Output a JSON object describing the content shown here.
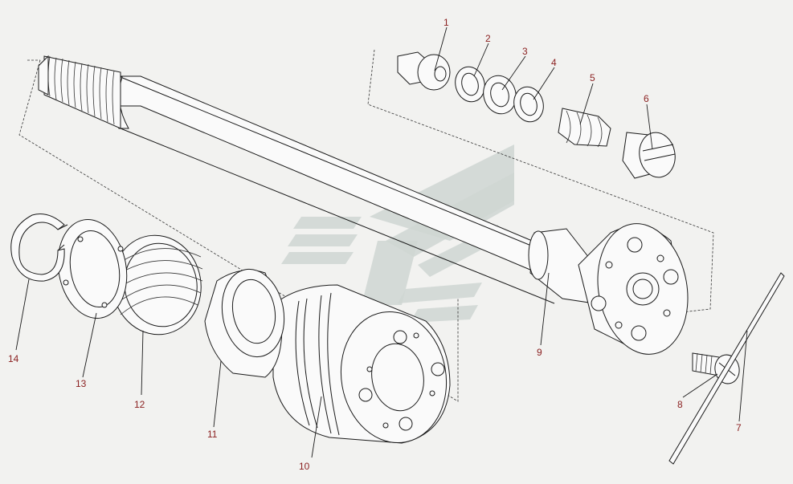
{
  "diagram": {
    "callouts": [
      {
        "id": "1",
        "text": "1"
      },
      {
        "id": "2",
        "text": "2"
      },
      {
        "id": "3",
        "text": "3"
      },
      {
        "id": "4",
        "text": "4"
      },
      {
        "id": "5",
        "text": "5"
      },
      {
        "id": "6",
        "text": "6"
      },
      {
        "id": "7",
        "text": "7"
      },
      {
        "id": "8",
        "text": "8"
      },
      {
        "id": "9",
        "text": "9"
      },
      {
        "id": "10",
        "text": "10"
      },
      {
        "id": "11",
        "text": "11"
      },
      {
        "id": "12",
        "text": "12"
      },
      {
        "id": "13",
        "text": "13"
      },
      {
        "id": "14",
        "text": "14"
      }
    ],
    "colors": {
      "label": "#8a1f1f",
      "line": "#1a1a1a",
      "watermark": "#cfd6d2",
      "background": "#f2f2f0"
    }
  }
}
